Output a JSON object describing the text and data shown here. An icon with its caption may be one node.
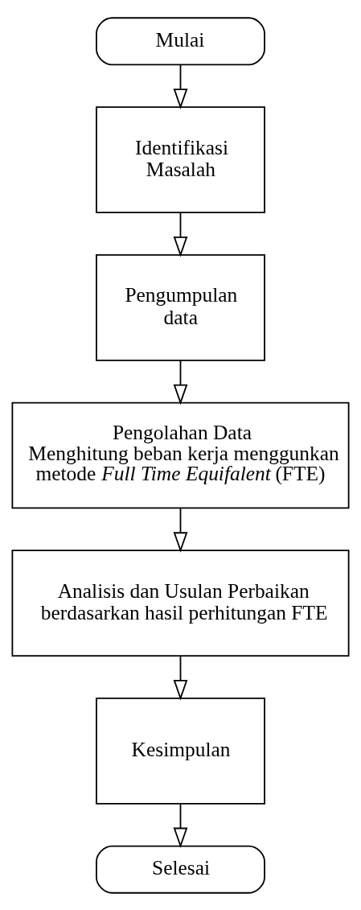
{
  "diagram": {
    "nodes": [
      {
        "text": [
          "Mulai"
        ]
      },
      {
        "text": [
          "Identifikasi Masalah"
        ]
      },
      {
        "text": [
          "Pengumpulan data"
        ]
      },
      {
        "text": [
          "Pengolahan Data",
          "Menghitung beban kerja menggunkan metode *Full Time Equifalent* (FTE)"
        ]
      },
      {
        "text": [
          "Analisis dan Usulan Perbaikan berdasarkan hasil perhitungan FTE"
        ]
      },
      {
        "text": [
          "Kesimpulan"
        ]
      },
      {
        "text": [
          "Selesai"
        ]
      }
    ],
    "edges": [
      {
        "from": 0,
        "to": 1,
        "arrow": "to"
      },
      {
        "from": 1,
        "to": 2,
        "arrow": "to"
      },
      {
        "from": 2,
        "to": 3,
        "arrow": "to"
      },
      {
        "from": 3,
        "to": 4,
        "arrow": "to"
      },
      {
        "from": 4,
        "to": 5,
        "arrow": "to"
      },
      {
        "from": 5,
        "to": 6,
        "arrow": "to"
      }
    ]
  }
}
